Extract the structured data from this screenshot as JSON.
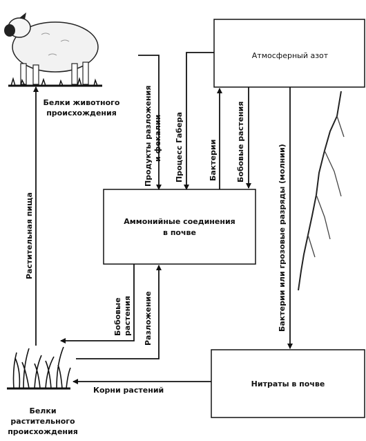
{
  "diagram": {
    "nodes": {
      "atmospheric_nitrogen": "Атмосферный азот",
      "ammonium": [
        "Аммонийные соединения",
        "в почве"
      ],
      "nitrates": "Нитраты  в почве",
      "animal_protein": [
        "Белки животного",
        "происхождения"
      ],
      "plant_protein": [
        "Белки",
        "растительного",
        "происхождения"
      ]
    },
    "arrows": {
      "decay_products": [
        "Продукты разложения",
        "и фекалии"
      ],
      "haber_process": "Процесс Габера",
      "bacteria": "Бактерии",
      "legumes_top": "Бобовые растения",
      "lightning": "Бактерии или грозовые разряды (молнии)",
      "plant_food": "Растительная пища",
      "legumes_left": [
        "Бобовые",
        "растения"
      ],
      "decomposition": "Разложение",
      "plant_roots": "Корни растений"
    }
  }
}
